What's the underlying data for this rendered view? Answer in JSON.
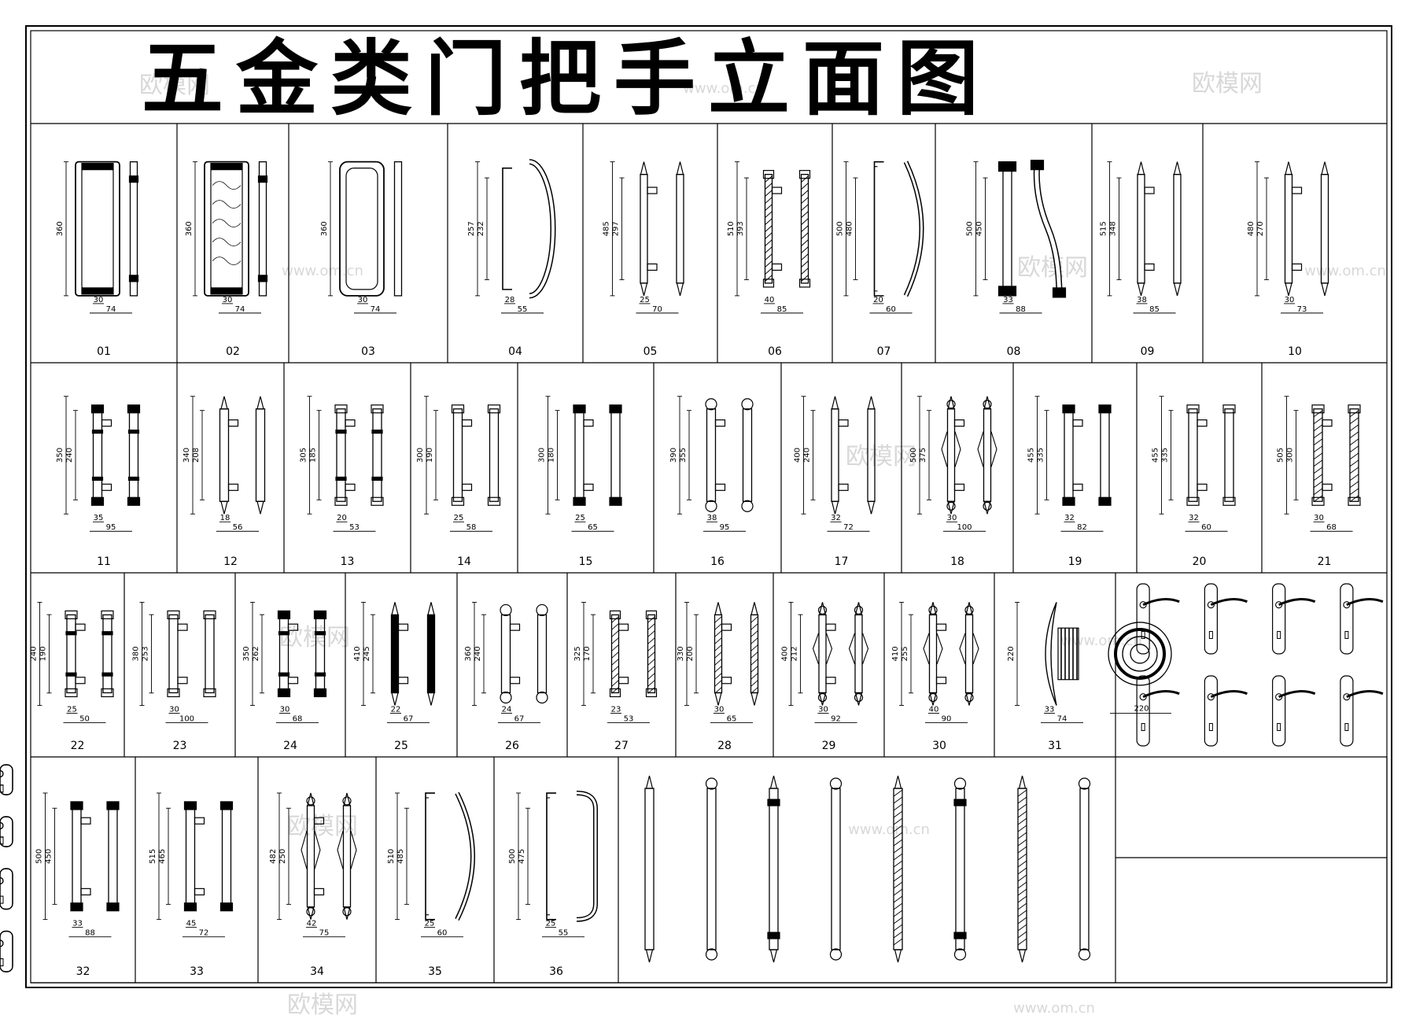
{
  "title": "五金类门把手立面图",
  "watermark": "欧模网",
  "watermark_url": "www.om.cn",
  "colors": {
    "line": "#000000",
    "background": "#ffffff",
    "watermark": "#d8d8d8"
  },
  "rows": [
    {
      "cells": [
        {
          "num": "01",
          "icon": "rect-pull-handle",
          "dims": {
            "h": [
              "360"
            ],
            "w": [
              "30",
              "74"
            ]
          }
        },
        {
          "num": "02",
          "icon": "wood-rect-pull-handle",
          "dims": {
            "h": [
              "360"
            ],
            "w": [
              "30",
              "74"
            ]
          }
        },
        {
          "num": "03",
          "icon": "rounded-rect-pull-handle",
          "dims": {
            "h": [
              "360"
            ],
            "w": [
              "30",
              "74"
            ]
          }
        },
        {
          "num": "04",
          "icon": "d-pull-handle",
          "dims": {
            "h": [
              "257",
              "232"
            ],
            "w": [
              "28",
              "55"
            ]
          }
        },
        {
          "num": "05",
          "icon": "finial-bar-handle",
          "dims": {
            "h": [
              "485",
              "297"
            ],
            "w": [
              "25",
              "70"
            ]
          }
        },
        {
          "num": "06",
          "icon": "twisted-bar-handle",
          "dims": {
            "h": [
              "510",
              "393"
            ],
            "w": [
              "40",
              "85"
            ]
          }
        },
        {
          "num": "07",
          "icon": "bow-pull-handle",
          "dims": {
            "h": [
              "500",
              "480"
            ],
            "w": [
              "20",
              "60"
            ]
          }
        },
        {
          "num": "08",
          "icon": "offset-pull-handle",
          "dims": {
            "h": [
              "500",
              "450"
            ],
            "w": [
              "33",
              "88"
            ]
          }
        },
        {
          "num": "09",
          "icon": "column-pull-handle",
          "dims": {
            "h": [
              "515",
              "348"
            ],
            "w": [
              "38",
              "85"
            ]
          }
        },
        {
          "num": "10",
          "icon": "knob-end-pull-handle",
          "dims": {
            "h": [
              "480",
              "270"
            ],
            "w": [
              "30",
              "73"
            ]
          }
        }
      ]
    },
    {
      "cells": [
        {
          "num": "11",
          "icon": "ribbed-pull-handle",
          "dims": {
            "h": [
              "350",
              "240"
            ],
            "w": [
              "35",
              "95"
            ]
          }
        },
        {
          "num": "12",
          "icon": "slim-finial-handle",
          "dims": {
            "h": [
              "340",
              "208"
            ],
            "w": [
              "18",
              "56"
            ]
          }
        },
        {
          "num": "13",
          "icon": "banded-bar-handle",
          "dims": {
            "h": [
              "305",
              "185"
            ],
            "w": [
              "20",
              "53"
            ]
          }
        },
        {
          "num": "14",
          "icon": "plain-bar-handle",
          "dims": {
            "h": [
              "300",
              "190"
            ],
            "w": [
              "25",
              "58"
            ]
          }
        },
        {
          "num": "15",
          "icon": "capped-bar-handle",
          "dims": {
            "h": [
              "300",
              "180"
            ],
            "w": [
              "25",
              "65"
            ]
          }
        },
        {
          "num": "16",
          "icon": "ring-end-pull-handle",
          "dims": {
            "h": [
              "390",
              "355"
            ],
            "w": [
              "38",
              "95"
            ]
          }
        },
        {
          "num": "17",
          "icon": "spire-pull-handle",
          "dims": {
            "h": [
              "400",
              "240"
            ],
            "w": [
              "32",
              "72"
            ]
          }
        },
        {
          "num": "18",
          "icon": "baluster-pull-handle",
          "dims": {
            "h": [
              "500",
              "375"
            ],
            "w": [
              "30",
              "100"
            ]
          }
        },
        {
          "num": "19",
          "icon": "capped-tube-handle",
          "dims": {
            "h": [
              "455",
              "335"
            ],
            "w": [
              "32",
              "82"
            ]
          }
        },
        {
          "num": "20",
          "icon": "long-tube-handle",
          "dims": {
            "h": [
              "455",
              "335"
            ],
            "w": [
              "32",
              "60"
            ]
          }
        },
        {
          "num": "21",
          "icon": "spiral-tube-handle",
          "dims": {
            "h": [
              "505",
              "300"
            ],
            "w": [
              "30",
              "68"
            ]
          }
        }
      ]
    },
    {
      "cells": [
        {
          "num": "22",
          "icon": "short-banded-handle",
          "dims": {
            "h": [
              "240",
              "190"
            ],
            "w": [
              "25",
              "50"
            ]
          }
        },
        {
          "num": "23",
          "icon": "bullet-end-handle",
          "dims": {
            "h": [
              "380",
              "253"
            ],
            "w": [
              "30",
              "100"
            ]
          }
        },
        {
          "num": "24",
          "icon": "ribbed-tube-handle",
          "dims": {
            "h": [
              "350",
              "262"
            ],
            "w": [
              "30",
              "68"
            ]
          }
        },
        {
          "num": "25",
          "icon": "dark-finial-handle",
          "dims": {
            "h": [
              "410",
              "245"
            ],
            "w": [
              "22",
              "67"
            ]
          }
        },
        {
          "num": "26",
          "icon": "round-end-pull-handle",
          "dims": {
            "h": [
              "360",
              "240"
            ],
            "w": [
              "24",
              "67"
            ]
          }
        },
        {
          "num": "27",
          "icon": "knurled-pull-handle",
          "dims": {
            "h": [
              "325",
              "170"
            ],
            "w": [
              "23",
              "53"
            ]
          }
        },
        {
          "num": "28",
          "icon": "hatched-finial-handle",
          "dims": {
            "h": [
              "330",
              "200"
            ],
            "w": [
              "30",
              "65"
            ]
          }
        },
        {
          "num": "29",
          "icon": "ornate-column-handle",
          "dims": {
            "h": [
              "400",
              "212"
            ],
            "w": [
              "30",
              "92"
            ]
          }
        },
        {
          "num": "30",
          "icon": "ornate-baluster-handle",
          "dims": {
            "h": [
              "410",
              "255"
            ],
            "w": [
              "40",
              "90"
            ]
          }
        },
        {
          "num": "31",
          "icon": "round-knob",
          "dims": {
            "h": [
              "220"
            ],
            "w": [
              "33",
              "74"
            ],
            "w2": "220"
          }
        },
        {
          "num": "",
          "icon": "lever-handles"
        }
      ]
    },
    {
      "cells": [
        {
          "num": "32",
          "icon": "square-end-pull-handle",
          "dims": {
            "h": [
              "500",
              "450"
            ],
            "w": [
              "33",
              "88"
            ]
          }
        },
        {
          "num": "33",
          "icon": "square-bar-handle",
          "dims": {
            "h": [
              "515",
              "465"
            ],
            "w": [
              "45",
              "72"
            ]
          }
        },
        {
          "num": "34",
          "icon": "beaded-baluster-handle",
          "dims": {
            "h": [
              "482",
              "250"
            ],
            "w": [
              "42",
              "75"
            ]
          }
        },
        {
          "num": "35",
          "icon": "curved-pull-handle",
          "dims": {
            "h": [
              "510",
              "485"
            ],
            "w": [
              "25",
              "60"
            ]
          }
        },
        {
          "num": "36",
          "icon": "c-pull-handle",
          "dims": {
            "h": [
              "500",
              "475"
            ],
            "w": [
              "25",
              "55"
            ]
          }
        },
        {
          "num": "",
          "icon": "decorative-handles"
        },
        {
          "num": "",
          "icon": "lever-handles"
        }
      ]
    }
  ]
}
